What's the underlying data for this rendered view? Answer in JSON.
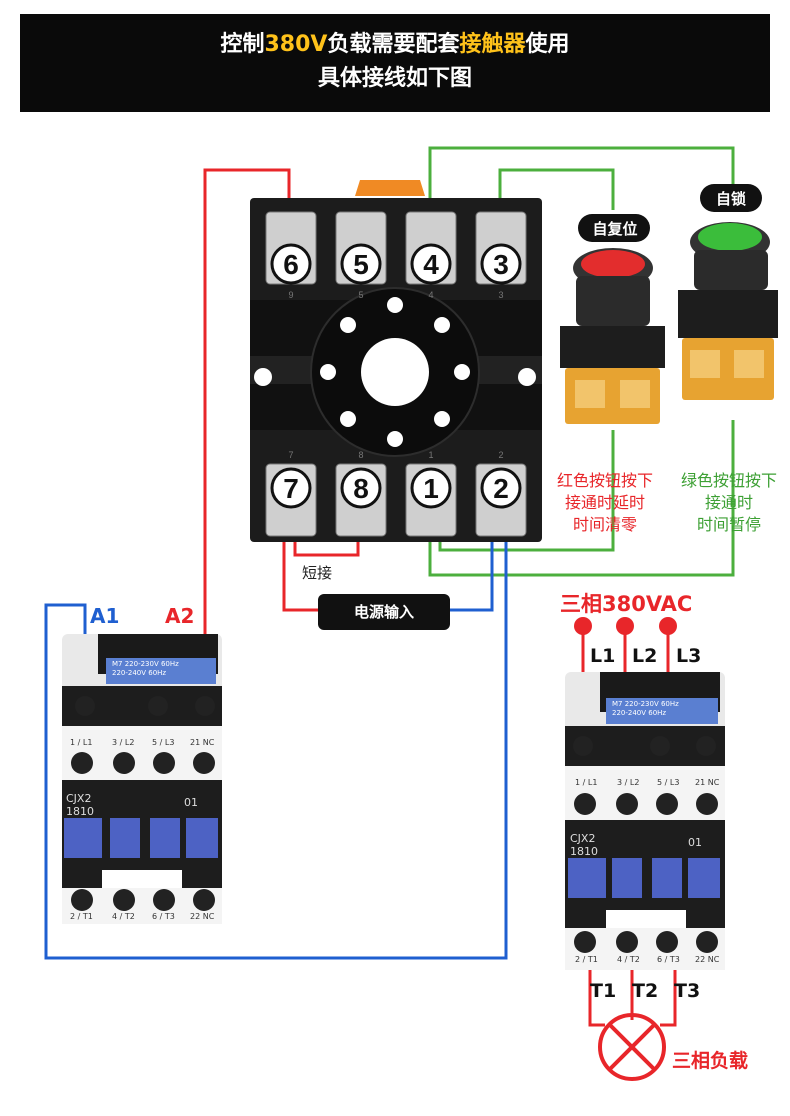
{
  "header": {
    "line1_part1": "控制",
    "line1_voltage": "380V",
    "line1_part2": "负载需要配套",
    "line1_device": "接触器",
    "line1_part3": "使用",
    "line2": "具体接线如下图"
  },
  "relay_base": {
    "top_terminals": [
      "6",
      "5",
      "4",
      "3"
    ],
    "bottom_terminals": [
      "7",
      "8",
      "1",
      "2"
    ],
    "top_small_marks": [
      "9",
      "5",
      "4",
      "3"
    ],
    "bottom_small_marks": [
      "7",
      "8",
      "1",
      "2"
    ]
  },
  "buttons": {
    "red_tag": "自复位",
    "green_tag": "自锁",
    "red_caption": [
      "红色按钮按下",
      "接通时延时",
      "时间清零"
    ],
    "green_caption": [
      "绿色按钮按下",
      "接通时",
      "时间暂停"
    ]
  },
  "short_label": "短接",
  "power_input": "电源输入",
  "left_contactor": {
    "a1": "A1",
    "a2": "A2",
    "coil_text": [
      "M7 220-230V 60Hz",
      "220-240V 60Hz"
    ],
    "top_terms": [
      "1 / L1",
      "3 / L2",
      "5 / L3",
      "21 NC"
    ],
    "model": [
      "CJX2",
      "1810"
    ],
    "aux": "01",
    "bottom_terms": [
      "2 / T1",
      "4 / T2",
      "6 / T3",
      "22 NC"
    ]
  },
  "right_contactor": {
    "three_phase_label": "三相380VAC",
    "phases": [
      "L1",
      "L2",
      "L3"
    ],
    "coil_text": [
      "M7 220-230V 60Hz",
      "220-240V 60Hz"
    ],
    "top_terms": [
      "1 / L1",
      "3 / L2",
      "5 / L3",
      "21 NC"
    ],
    "model": [
      "CJX2",
      "1810"
    ],
    "aux": "01",
    "bottom_terms": [
      "2 / T1",
      "4 / T2",
      "6 / T3",
      "22 NC"
    ],
    "outputs": [
      "T1",
      "T2",
      "T3"
    ],
    "load_label": "三相负载"
  },
  "colors": {
    "red_wire": "#e8262a",
    "green_wire": "#4caf3e",
    "blue_wire": "#1f5fd0",
    "dark_wire": "#3a3a3a",
    "header_bg": "#0a0a0a",
    "header_highlight": "#ffc21a",
    "red_text": "#e8262a",
    "green_text": "#3da034",
    "blue_text": "#1f5fd0"
  }
}
